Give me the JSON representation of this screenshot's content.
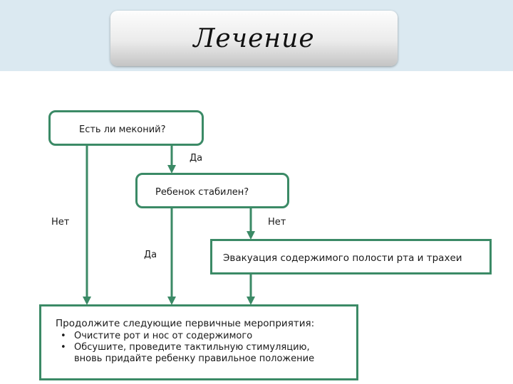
{
  "slide": {
    "title": "Лечение"
  },
  "flowchart": {
    "nodes": {
      "meconium": "Есть ли меконий?",
      "stable": "Ребенок стабилен?",
      "evacuation": "Эвакуация содержимого полости рта и трахеи",
      "continue": {
        "heading": "Продолжите следующие первичные мероприятия:",
        "bullet_symbol": "•",
        "items": [
          "Очистите рот и нос от содержимого",
          "Обсушите, проведите тактильную стимуляцию,"
        ],
        "continuation": "вновь придайте ребенку правильное положение"
      }
    },
    "edges": {
      "meconium_yes": "Да",
      "meconium_no": "Нет",
      "stable_yes": "Да",
      "stable_no": "Нет"
    },
    "colors": {
      "border": "#3b8a66",
      "header_band": "#dbe9f1"
    }
  }
}
